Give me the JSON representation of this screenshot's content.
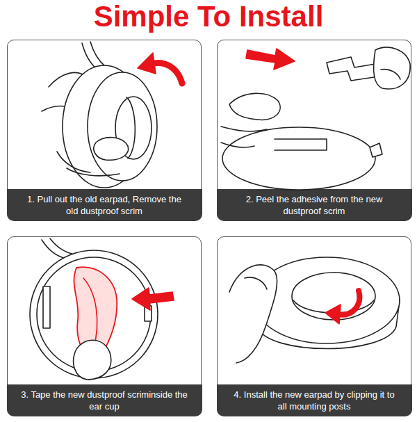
{
  "diagram": {
    "title": "Simple To Install",
    "nodes": [
      {
        "text": [
          "1. Pull out the old earpad, Remove the old dustproof scrim"
        ]
      },
      {
        "text": [
          "2. Peel the adhesive from the new dustproof scrim"
        ]
      },
      {
        "text": [
          "3. Tape the new dustproof scriminside the ear cup"
        ]
      },
      {
        "text": [
          "4. Install the new earpad by clipping it to all mounting posts"
        ]
      }
    ]
  }
}
